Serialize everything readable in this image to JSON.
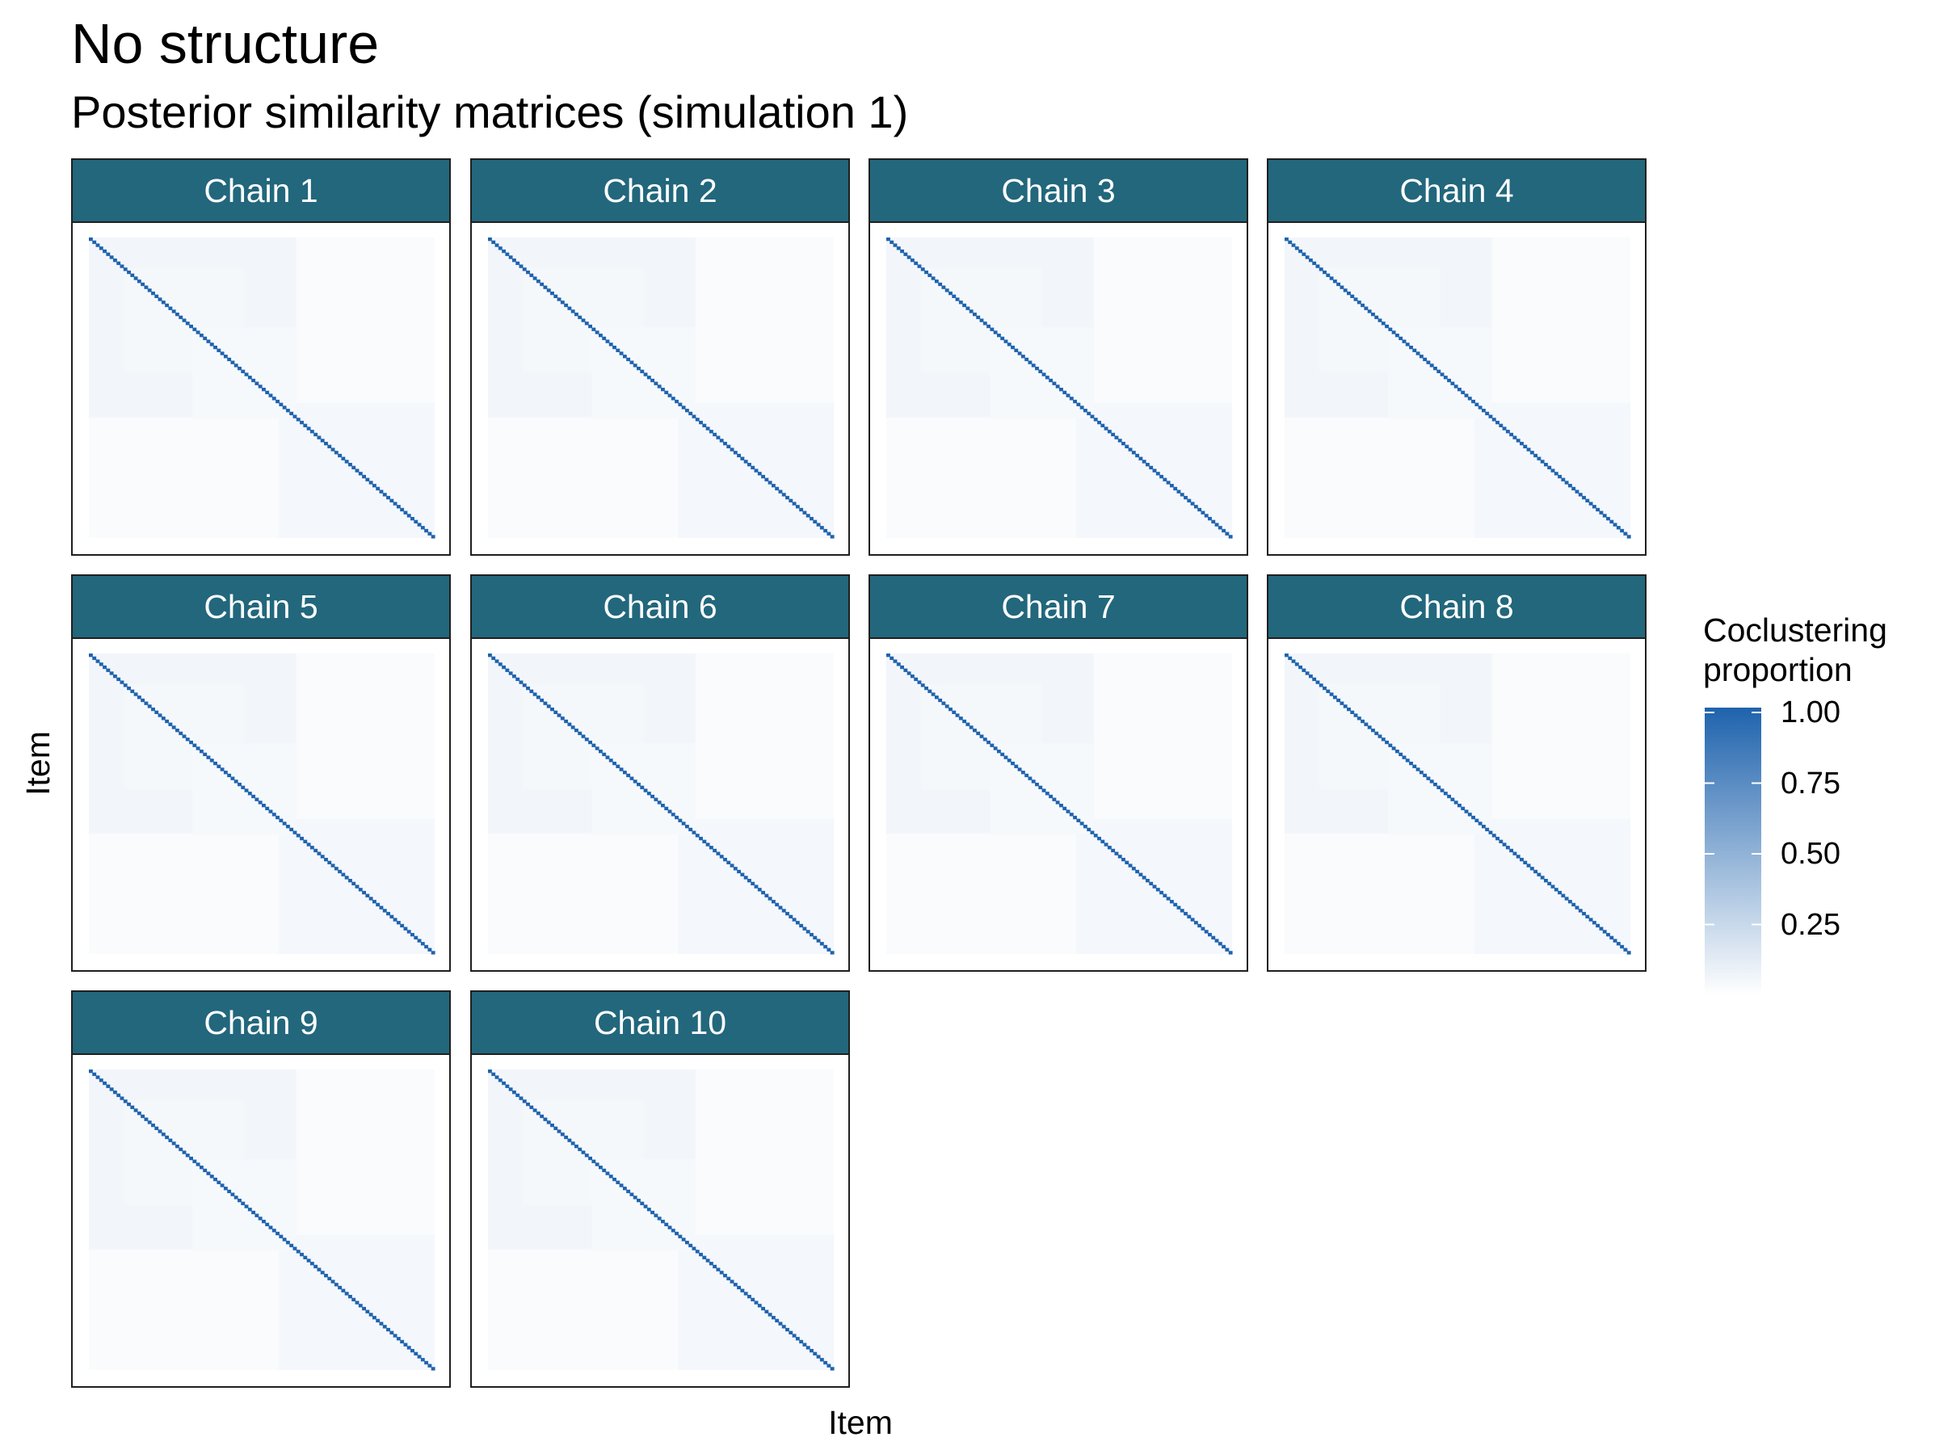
{
  "figure": {
    "title": "No structure",
    "subtitle": "Posterior similarity matrices (simulation 1)",
    "xlabel": "Item",
    "ylabel": "Item"
  },
  "legend": {
    "title_line1": "Coclustering",
    "title_line2": "proportion",
    "ticks": [
      "1.00",
      "0.75",
      "0.50",
      "0.25"
    ],
    "tick_values": [
      1.0,
      0.75,
      0.5,
      0.25
    ],
    "low_color": "#ffffff",
    "high_color": "#1f63ad"
  },
  "colors": {
    "strip_fill": "#22677c",
    "strip_text": "#ffffff",
    "diagonal": "#1f63ad",
    "panel_border": "#1f1f1f"
  },
  "chart_data": {
    "type": "heatmap",
    "title": "No structure",
    "subtitle": "Posterior similarity matrices (simulation 1)",
    "xlabel": "Item",
    "ylabel": "Item",
    "n_items": 100,
    "value_range": [
      0,
      1
    ],
    "diagonal_value": 1.0,
    "off_diagonal_value_approx": 0.05,
    "facets": [
      {
        "label": "Chain 1"
      },
      {
        "label": "Chain 2"
      },
      {
        "label": "Chain 3"
      },
      {
        "label": "Chain 4"
      },
      {
        "label": "Chain 5"
      },
      {
        "label": "Chain 6"
      },
      {
        "label": "Chain 7"
      },
      {
        "label": "Chain 8"
      },
      {
        "label": "Chain 9"
      },
      {
        "label": "Chain 10"
      }
    ],
    "legend": {
      "title": "Coclustering proportion",
      "ticks": [
        1.0,
        0.75,
        0.5,
        0.25
      ],
      "position": "right"
    }
  }
}
